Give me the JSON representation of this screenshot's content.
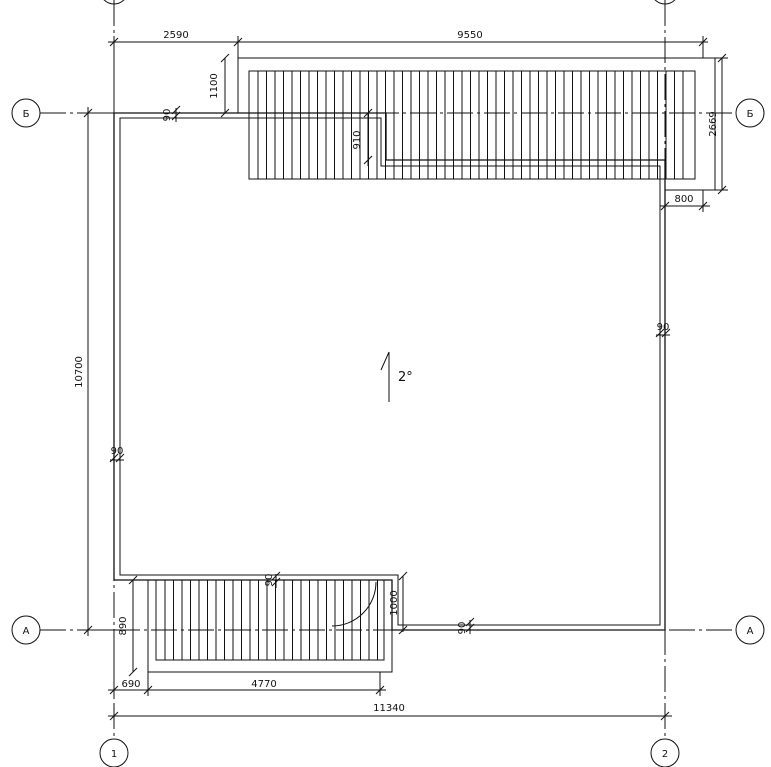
{
  "colors": {
    "line": "#111111",
    "background": "#ffffff"
  },
  "axes": {
    "rows": {
      "top": "Б",
      "bottom": "А"
    },
    "columns": {
      "left": "1",
      "right": "2"
    }
  },
  "dimensions": {
    "top_left_width": "2590",
    "top_right_width": "9550",
    "notch_height": "1100",
    "step_height": "910",
    "right_height": "2669",
    "right_overhang": "800",
    "total_height": "10700",
    "left_wall": "90",
    "right_wall": "90",
    "top_wall": "90",
    "bottom_wall_left": "90",
    "bottom_wall_right": "90",
    "bottom_notch": "1000",
    "bottom_offset": "890",
    "bottom_left": "690",
    "bottom_middle": "4770",
    "total_width": "11340"
  },
  "annotation": {
    "slope": "2°"
  }
}
